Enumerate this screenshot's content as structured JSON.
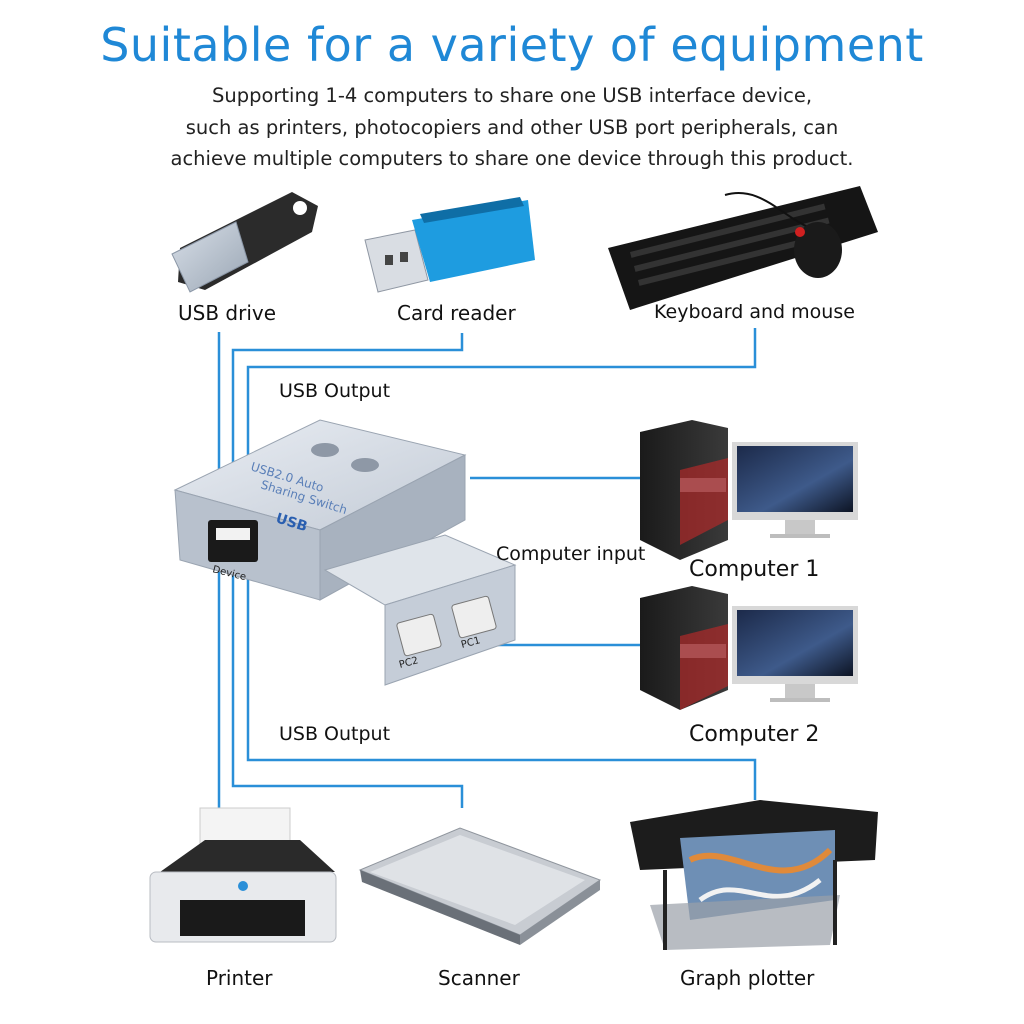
{
  "header": {
    "title": "Suitable for a variety of equipment",
    "line1": "Supporting 1-4 computers to share one USB interface device,",
    "line2": "such as printers, photocopiers and other USB port peripherals, can",
    "line3": "achieve multiple computers to share one device through this product."
  },
  "devices": {
    "usb_drive": "USB drive",
    "card_reader": "Card reader",
    "keyboard_mouse": "Keyboard and mouse",
    "printer": "Printer",
    "scanner": "Scanner",
    "graph_plotter": "Graph plotter"
  },
  "ports": {
    "usb_output_top": "USB Output",
    "usb_output_bottom": "USB Output",
    "computer_input": "Computer input"
  },
  "computers": {
    "pc1": "Computer 1",
    "pc2": "Computer 2"
  },
  "switch": {
    "top_text_1": "USB2.0 Auto",
    "top_text_2": "Sharing Switch",
    "logo": "USB",
    "device_port": "Device",
    "port_pc1": "PC1",
    "port_pc2": "PC2"
  },
  "colors": {
    "accent": "#1f88d6",
    "line": "#2a8fd8"
  }
}
